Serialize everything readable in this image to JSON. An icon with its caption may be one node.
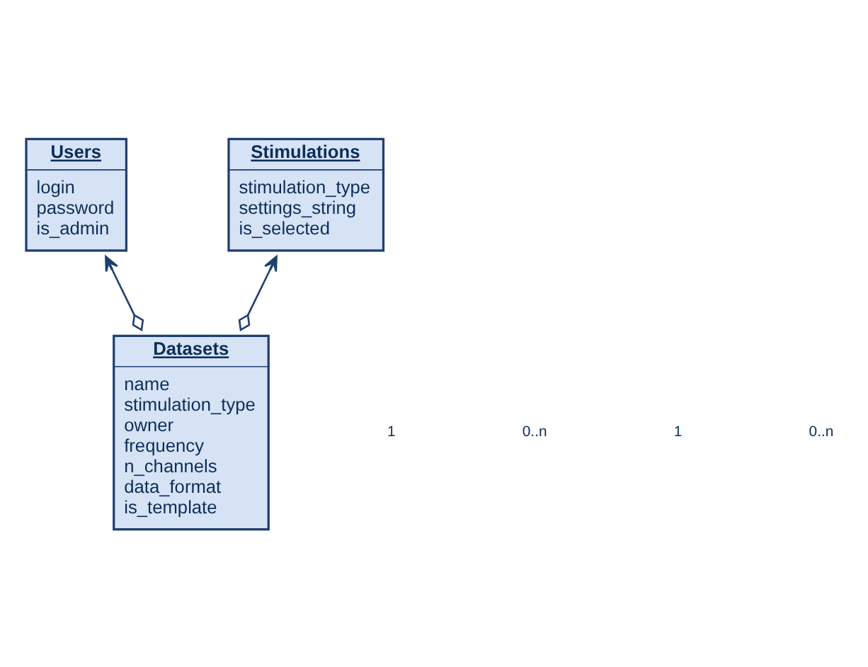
{
  "diagram": {
    "nodes": [
      {
        "text": [
          "Users",
          "login",
          "password",
          "is_admin"
        ]
      },
      {
        "text": [
          "Stimulations",
          "stimulation_type",
          "settings_string",
          "is_selected"
        ]
      },
      {
        "text": [
          "Datasets",
          "name",
          "stimulation_type",
          "owner",
          "frequency",
          "n_channels",
          "data_format",
          "is_template"
        ]
      }
    ],
    "edges": [
      {
        "from": 2,
        "to": 0,
        "arrow": "to"
      },
      {
        "from": 2,
        "to": 1,
        "arrow": "to"
      }
    ],
    "labels": [
      "1",
      "0..n",
      "1",
      "0..n"
    ]
  }
}
